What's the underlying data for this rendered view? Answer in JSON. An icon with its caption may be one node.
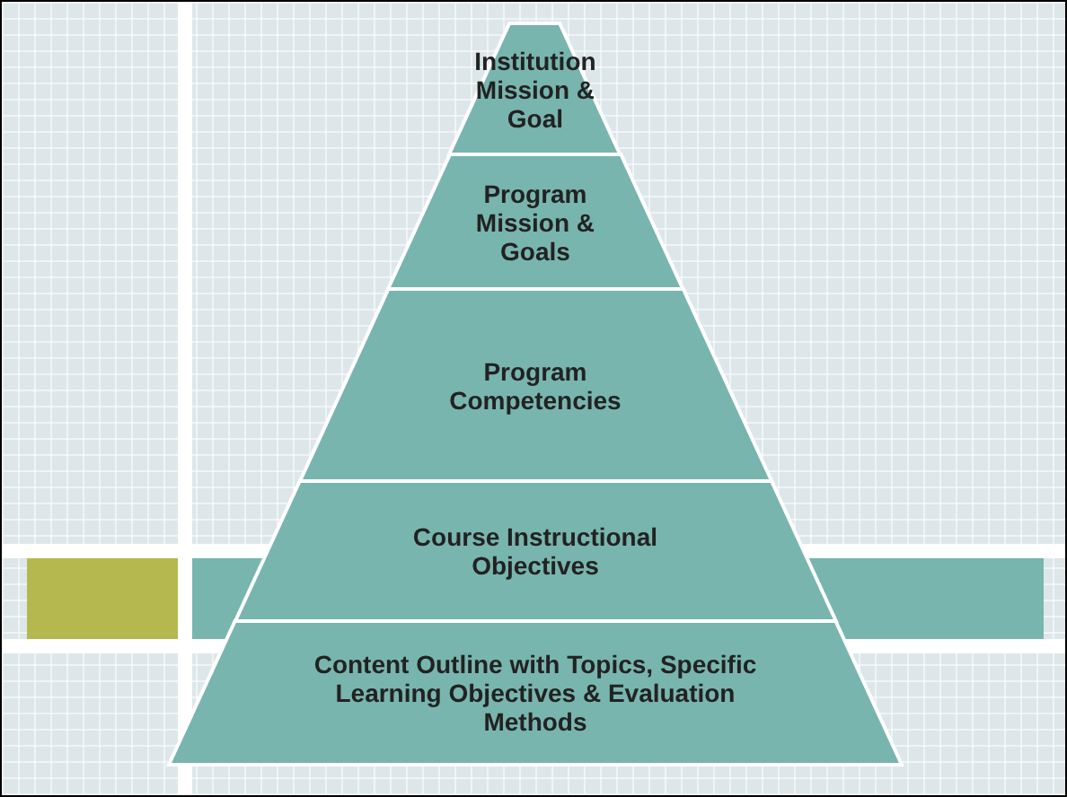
{
  "diagram": {
    "nodes": [
      {
        "text": [
          "Institution Mission & Goal"
        ]
      },
      {
        "text": [
          "Program Mission & Goals"
        ]
      },
      {
        "text": [
          "Program Competencies"
        ]
      },
      {
        "text": [
          "Course Instructional Objectives"
        ]
      },
      {
        "text": [
          "Content Outline with Topics, Specific Learning Objectives & Evaluation Methods"
        ]
      }
    ]
  }
}
